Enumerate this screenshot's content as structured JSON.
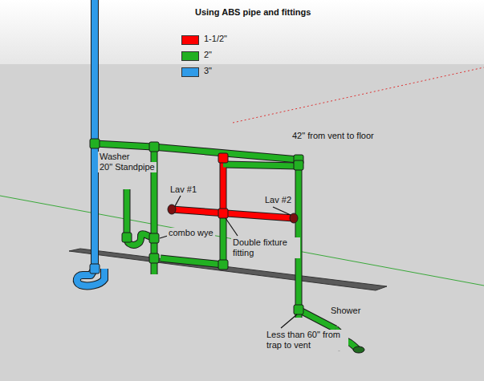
{
  "diagram": {
    "title": "Using ABS pipe and fittings",
    "labels": [
      "42\" from vent to floor",
      "Washer",
      "20\" Standpipe",
      "Lav #1",
      "Lav #2",
      "combo wye",
      "Double fixture fitting",
      "Less than 60\" from trap to vent",
      "Shower"
    ],
    "legend": [
      {
        "text": "1-1/2\"",
        "color": "#ff0000"
      },
      {
        "text": "2\"",
        "color": "#22b022"
      },
      {
        "text": "3\"",
        "color": "#2f9be8"
      }
    ]
  }
}
